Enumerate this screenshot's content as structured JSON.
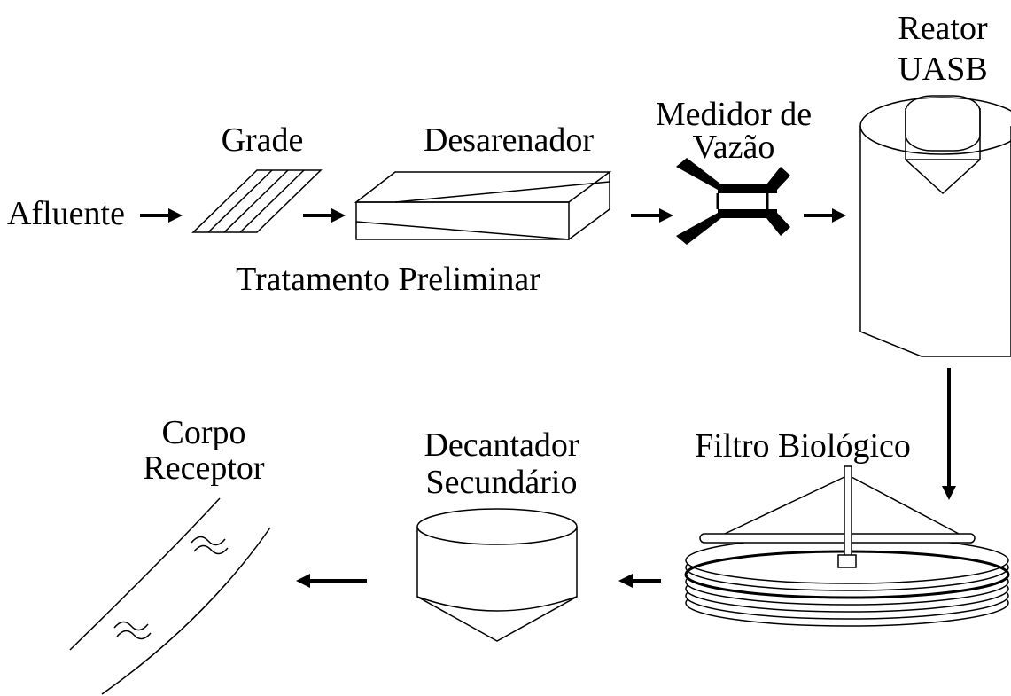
{
  "labels": {
    "afluente": "Afluente",
    "grade": "Grade",
    "desarenador": "Desarenador",
    "medidor_line1": "Medidor de",
    "medidor_line2": "Vazão",
    "reator_line1": "Reator",
    "reator_line2": "UASB",
    "tratamento_preliminar": "Tratamento Preliminar",
    "filtro_biologico": "Filtro Biológico",
    "decantador_line1": "Decantador",
    "decantador_line2": "Secundário",
    "corpo_line1": "Corpo",
    "corpo_line2": "Receptor"
  },
  "colors": {
    "stroke": "#000000",
    "background": "#ffffff"
  }
}
